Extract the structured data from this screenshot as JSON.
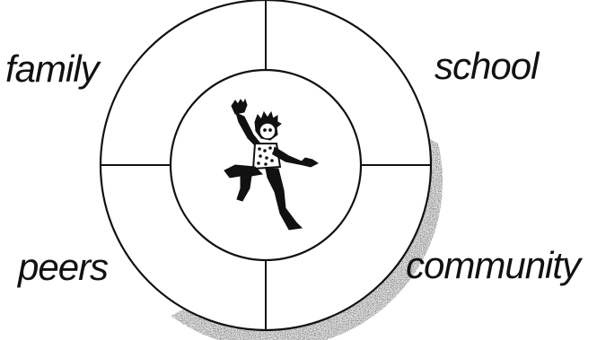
{
  "diagram": {
    "labels": {
      "top_left": "family",
      "top_right": "school",
      "bottom_left": "peers",
      "bottom_right": "community"
    },
    "figure": "running-child-icon",
    "colors": {
      "line": "#111111",
      "shadow": "#9a9a9a",
      "background": "#ffffff"
    }
  }
}
